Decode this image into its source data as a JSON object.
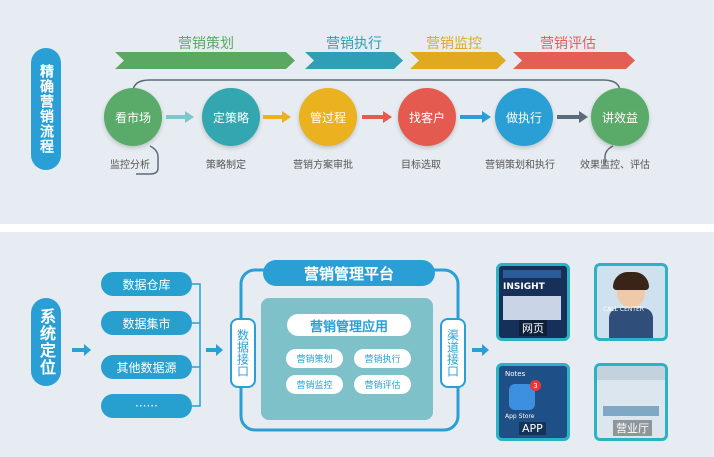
{
  "flow": {
    "title": "精确营销流程",
    "phases": [
      {
        "label": "营销策划",
        "color": "#5aa862"
      },
      {
        "label": "营销执行",
        "color": "#2f9fb5"
      },
      {
        "label": "营销监控",
        "color": "#e0a91f"
      },
      {
        "label": "营销评估",
        "color": "#e35f56"
      }
    ],
    "steps": [
      {
        "label": "看市场",
        "sub": "监控分析",
        "color": "#5aaa6a"
      },
      {
        "label": "定策略",
        "sub": "策略制定",
        "color": "#34a6b0"
      },
      {
        "label": "管过程",
        "sub": "营销方案审批",
        "color": "#eab21f"
      },
      {
        "label": "找客户",
        "sub": "目标选取",
        "color": "#e55a4f"
      },
      {
        "label": "做执行",
        "sub": "营销策划和执行",
        "color": "#2a9fd6"
      },
      {
        "label": "讲效益",
        "sub": "效果监控、评估",
        "color": "#5aaa6a"
      }
    ]
  },
  "system": {
    "title": "系统定位",
    "sources": [
      "数据仓库",
      "数据集市",
      "其他数据源",
      "······"
    ],
    "data_port": "数据接口",
    "channel_port": "渠道接口",
    "platform_title": "营销管理平台",
    "app_title": "营销管理应用",
    "apps": [
      "营销策划",
      "营销执行",
      "营销监控",
      "营销评估"
    ],
    "channels": {
      "web": "网页",
      "app": "APP",
      "hall": "营业厅",
      "web_brand": "INSIGHT",
      "callcenter": "CALL CENTER",
      "store_badge": "3",
      "notes": "Notes",
      "appstore": "App Store"
    }
  }
}
